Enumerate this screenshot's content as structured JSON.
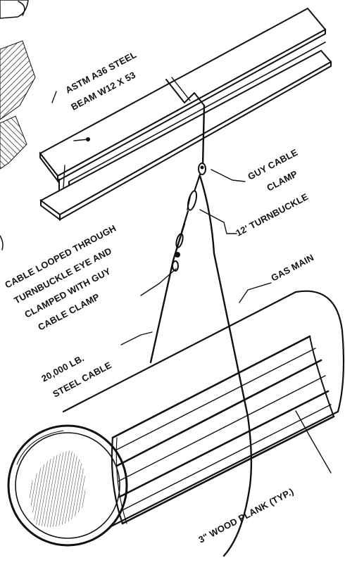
{
  "labels": {
    "beam_line1": "ASTM A36 STEEL",
    "beam_line2": "BEAM W12 X 53",
    "clamp_line1": "GUY CABLE",
    "clamp_line2": "CLAMP",
    "turnbuckle": "12' TURNBUCKLE",
    "cable_loop_line1": "CABLE LOOPED THROUGH",
    "cable_loop_line2": "TURNBUCKLE EYE AND",
    "cable_loop_line3": "CLAMPED WITH GUY",
    "cable_loop_line4": "CABLE CLAMP",
    "gas_main": "GAS MAIN",
    "steel_cable_line1": "20,000 LB.",
    "steel_cable_line2": "STEEL CABLE",
    "wood_plank": "3\" WOOD PLANK (TYP.)"
  },
  "colors": {
    "ink": "#111111",
    "paper": "#ffffff"
  }
}
